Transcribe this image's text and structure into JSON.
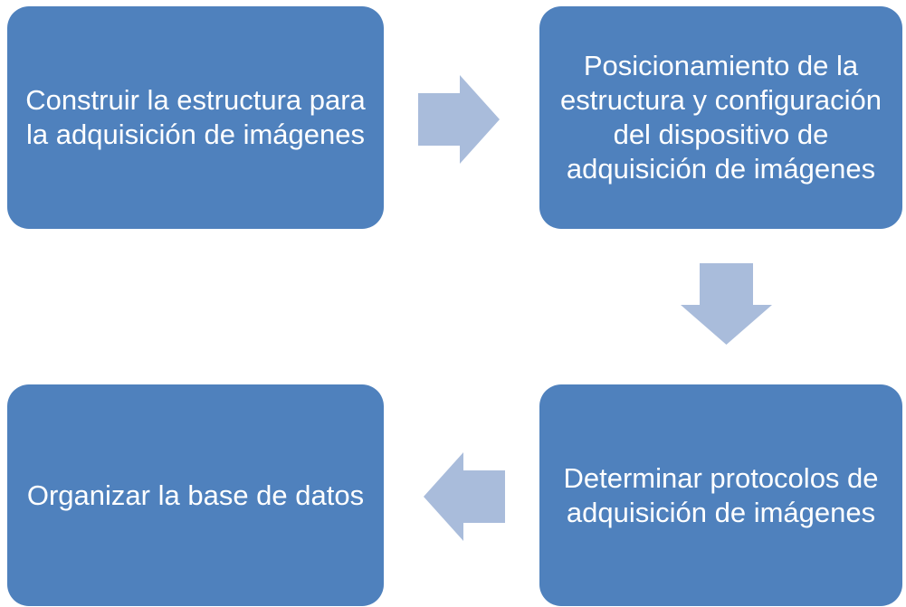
{
  "diagram": {
    "steps": [
      {
        "label": "Construir la estructura para la adquisición de imágenes"
      },
      {
        "label": "Posicionamiento de la estructura y configuración del dispositivo de adquisición de imágenes"
      },
      {
        "label": "Determinar protocolos de adquisición de imágenes"
      },
      {
        "label": "Organizar la base de datos"
      }
    ],
    "colors": {
      "box_fill": "#4f81bd",
      "box_text": "#ffffff",
      "arrow_fill": "#a9bcdb",
      "background": "#ffffff"
    },
    "connectors": [
      {
        "from": 0,
        "to": 1,
        "direction": "right"
      },
      {
        "from": 1,
        "to": 2,
        "direction": "down"
      },
      {
        "from": 2,
        "to": 3,
        "direction": "left"
      }
    ]
  }
}
